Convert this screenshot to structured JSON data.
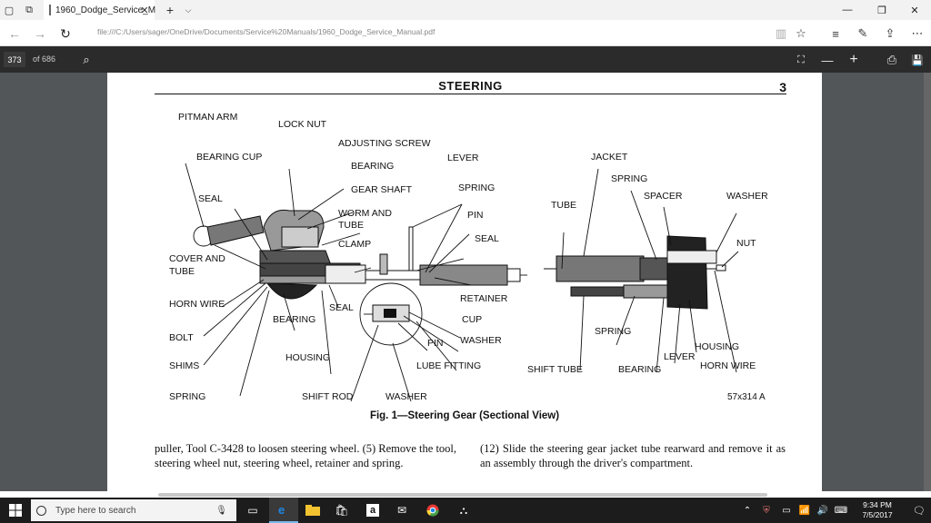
{
  "browser": {
    "tab_title": "1960_Dodge_Service_M",
    "tab_close_glyph": "✕",
    "new_tab_glyph": "+",
    "tab_list_glyph": "⌵",
    "url": "file:///C:/Users/sager/OneDrive/Documents/Service%20Manuals/1960_Dodge_Service_Manual.pdf",
    "window_minimize": "—",
    "window_restore": "❐",
    "window_close": "✕",
    "back_glyph": "←",
    "forward_glyph": "→",
    "refresh_glyph": "↻",
    "icons": {
      "tab_actions": "tab-actions-icon",
      "tab_aside": "set-aside-tabs-icon",
      "reading_view": "reading-view-icon",
      "favorites": "star-icon",
      "hub": "hub-icon",
      "notes": "pen-icon",
      "share": "share-icon",
      "more": "more-icon"
    }
  },
  "pdf_toolbar": {
    "page_current": "373",
    "page_total": "of 686",
    "search_glyph": "⌕",
    "fit_glyph": "⛶",
    "zoom_out_glyph": "—",
    "zoom_in_glyph": "+",
    "print_glyph": "⎙",
    "save_glyph": "💾"
  },
  "page": {
    "section_title": "STEERING",
    "page_number": "3",
    "figure_ref": "57x314 A",
    "caption": "Fig. 1—Steering Gear (Sectional View)",
    "col1_text": "puller, Tool C-3428 to loosen steering wheel. (5) Remove the tool, steering wheel nut, steering wheel, retainer and spring.",
    "col2_text": "(12) Slide the steering gear jacket tube rearward and remove it as an assembly through the driver's compartment."
  },
  "diagram_labels": {
    "pitman_arm": "PITMAN ARM",
    "lock_nut": "LOCK NUT",
    "adjusting_screw": "ADJUSTING SCREW",
    "bearing_cup": "BEARING CUP",
    "bearing_top": "BEARING",
    "gear_shaft": "GEAR SHAFT",
    "lever_top": "LEVER",
    "seal_left": "SEAL",
    "worm_and": "WORM AND",
    "tube_lbl": "TUBE",
    "clamp": "CLAMP",
    "spring_top": "SPRING",
    "pin_top": "PIN",
    "seal_right": "SEAL",
    "cover_and": "COVER AND",
    "tube2": "TUBE",
    "horn_wire_left": "HORN WIRE",
    "bolt": "BOLT",
    "shims": "SHIMS",
    "spring_left": "SPRING",
    "bearing_mid": "BEARING",
    "seal_mid": "SEAL",
    "housing_left": "HOUSING",
    "shift_rod": "SHIFT ROD",
    "washer_bottom": "WASHER",
    "retainer": "RETAINER",
    "cup": "CUP",
    "washer_mid": "WASHER",
    "pin_mid": "PIN",
    "lube_fitting": "LUBE FITTING",
    "jacket": "JACKET",
    "spring_r1": "SPRING",
    "spacer": "SPACER",
    "washer_r": "WASHER",
    "tube_r": "TUBE",
    "nut": "NUT",
    "spring_r2": "SPRING",
    "housing_r": "HOUSING",
    "lever_r": "LEVER",
    "shift_tube": "SHIFT TUBE",
    "bearing_r": "BEARING",
    "horn_wire_r": "HORN WIRE"
  },
  "taskbar": {
    "search_placeholder": "Type here to search",
    "time": "9:34 PM",
    "date": "7/5/2017",
    "amazon_glyph": "a",
    "store_glyph": "🛍",
    "colors": {
      "edge": "#1e88e5",
      "explorer": "#f4c430",
      "chrome": "#e53935",
      "accent": "#76b9ed"
    }
  }
}
